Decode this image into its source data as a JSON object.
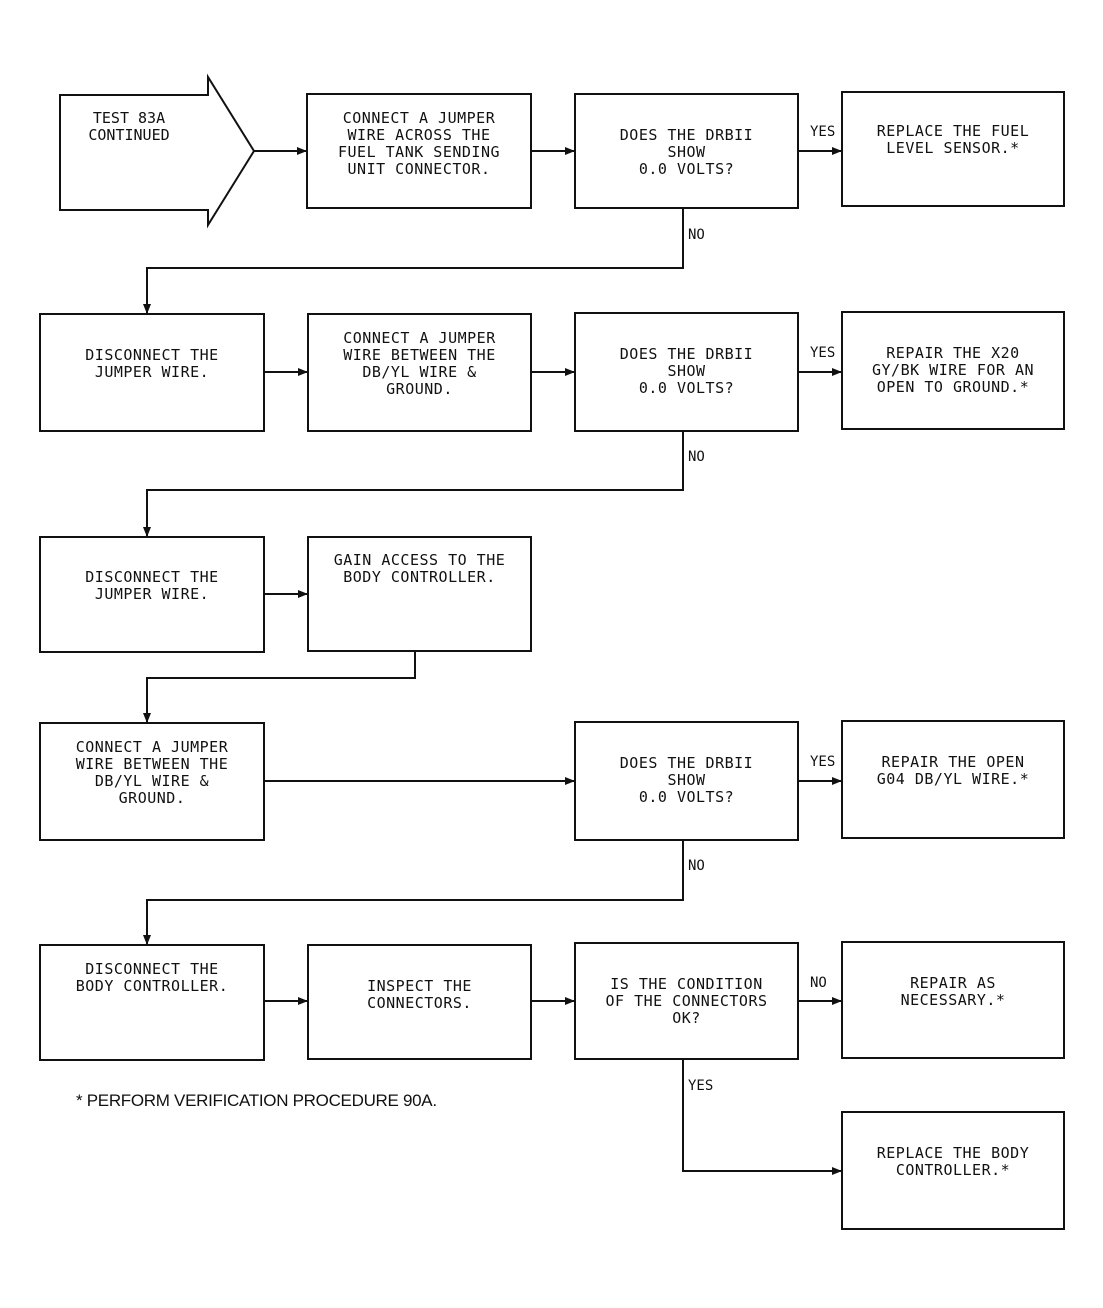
{
  "start": {
    "text": "TEST 83A\nCONTINUED"
  },
  "boxes": {
    "b1": "CONNECT A JUMPER\nWIRE ACROSS THE\nFUEL TANK SENDING\nUNIT CONNECTOR.",
    "q1": "DOES THE DRBII\nSHOW\n0.0 VOLTS?",
    "r1": "REPLACE THE FUEL\nLEVEL SENSOR.*",
    "b2": "DISCONNECT THE\nJUMPER WIRE.",
    "b3": "CONNECT A JUMPER\nWIRE BETWEEN THE\nDB/YL WIRE &\nGROUND.",
    "q2": "DOES THE DRBII\nSHOW\n0.0 VOLTS?",
    "r2": "REPAIR THE X20\nGY/BK WIRE FOR AN\nOPEN TO GROUND.*",
    "b4": "DISCONNECT THE\nJUMPER WIRE.",
    "b5": "GAIN ACCESS TO THE\nBODY CONTROLLER.",
    "b6": "CONNECT A JUMPER\nWIRE BETWEEN THE\nDB/YL WIRE &\nGROUND.",
    "q3": "DOES THE DRBII\nSHOW\n0.0 VOLTS?",
    "r3": "REPAIR THE OPEN\nG04 DB/YL WIRE.*",
    "b7": "DISCONNECT THE\nBODY CONTROLLER.",
    "b8": "INSPECT THE\nCONNECTORS.",
    "q4": "IS THE CONDITION\nOF THE CONNECTORS\nOK?",
    "r4": "REPAIR AS\nNECESSARY.*",
    "r5": "REPLACE THE BODY\nCONTROLLER.*"
  },
  "labels": {
    "yes1": "YES",
    "no1": "NO",
    "yes2": "YES",
    "no2": "NO",
    "yes3": "YES",
    "no3": "NO",
    "no4": "NO",
    "yes4": "YES"
  },
  "footnote": "* PERFORM VERIFICATION PROCEDURE 90A."
}
